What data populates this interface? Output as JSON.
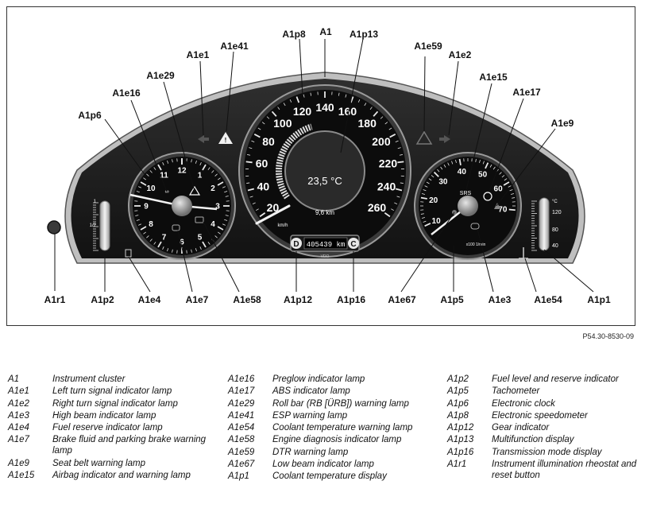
{
  "figure_ref": "P54.30-8530-09",
  "gauges": {
    "speed_labels": [
      "20",
      "40",
      "60",
      "80",
      "100",
      "120",
      "140",
      "160",
      "180",
      "200",
      "220",
      "240",
      "260"
    ],
    "speed_unit": "km/h",
    "clock_labels": [
      "12",
      "1",
      "2",
      "3",
      "4",
      "5",
      "6",
      "7",
      "8",
      "9",
      "10",
      "11"
    ],
    "tach_labels": [
      "10",
      "20",
      "30",
      "40",
      "50",
      "60",
      "70"
    ],
    "tach_unit": "x100 1/min",
    "temperature": "23,5 °C",
    "trip": "9,6 km",
    "odometer": "405439 km",
    "gear": "D",
    "trans_mode": "C",
    "brand": "VDO",
    "fuel_top": "1",
    "fuel_half": "1/2",
    "coolant_unit": "°C",
    "coolant_labels": [
      "120",
      "80",
      "40"
    ]
  },
  "callouts": {
    "A1": "A1",
    "A1p8": "A1p8",
    "A1p13": "A1p13",
    "A1e1": "A1e1",
    "A1e41": "A1e41",
    "A1e59": "A1e59",
    "A1e2": "A1e2",
    "A1e29": "A1e29",
    "A1e15": "A1e15",
    "A1e16": "A1e16",
    "A1e17": "A1e17",
    "A1p6": "A1p6",
    "A1e9": "A1e9",
    "A1r1": "A1r1",
    "A1p2": "A1p2",
    "A1e4": "A1e4",
    "A1e7": "A1e7",
    "A1e58": "A1e58",
    "A1p12": "A1p12",
    "A1p16": "A1p16",
    "A1e67": "A1e67",
    "A1p5": "A1p5",
    "A1e3": "A1e3",
    "A1e54": "A1e54",
    "A1p1": "A1p1"
  },
  "legend": {
    "col1": [
      {
        "code": "A1",
        "text": "Instrument cluster"
      },
      {
        "code": "A1e1",
        "text": "Left turn signal indicator lamp"
      },
      {
        "code": "A1e2",
        "text": "Right turn signal indicator lamp"
      },
      {
        "code": "A1e3",
        "text": "High beam indicator lamp"
      },
      {
        "code": "A1e4",
        "text": "Fuel reserve indicator lamp"
      },
      {
        "code": "A1e7",
        "text": "Brake fluid and parking brake warning lamp"
      },
      {
        "code": "A1e9",
        "text": "Seat belt warning lamp"
      },
      {
        "code": "A1e15",
        "text": "Airbag indicator and warning lamp"
      }
    ],
    "col2": [
      {
        "code": "A1e16",
        "text": "Preglow indicator lamp"
      },
      {
        "code": "A1e17",
        "text": "ABS indicator lamp"
      },
      {
        "code": "A1e29",
        "text": "Roll bar (RB [ÜRB]) warning lamp"
      },
      {
        "code": "A1e41",
        "text": "ESP warning lamp"
      },
      {
        "code": "A1e54",
        "text": "Coolant temperature warning lamp"
      },
      {
        "code": "A1e58",
        "text": "Engine diagnosis indicator lamp"
      },
      {
        "code": "A1e59",
        "text": "DTR warning lamp"
      },
      {
        "code": "A1e67",
        "text": "Low beam indicator lamp"
      },
      {
        "code": "A1p1",
        "text": "Coolant temperature display"
      }
    ],
    "col3": [
      {
        "code": "A1p2",
        "text": "Fuel level and reserve indicator"
      },
      {
        "code": "A1p5",
        "text": "Tachometer"
      },
      {
        "code": "A1p6",
        "text": "Electronic clock"
      },
      {
        "code": "A1p8",
        "text": "Electronic speedometer"
      },
      {
        "code": "A1p12",
        "text": "Gear indicator"
      },
      {
        "code": "A1p13",
        "text": "Multifunction display"
      },
      {
        "code": "A1p16",
        "text": "Transmission mode display"
      },
      {
        "code": "A1r1",
        "text": "Instrument illumination rheostat and reset button"
      }
    ]
  }
}
